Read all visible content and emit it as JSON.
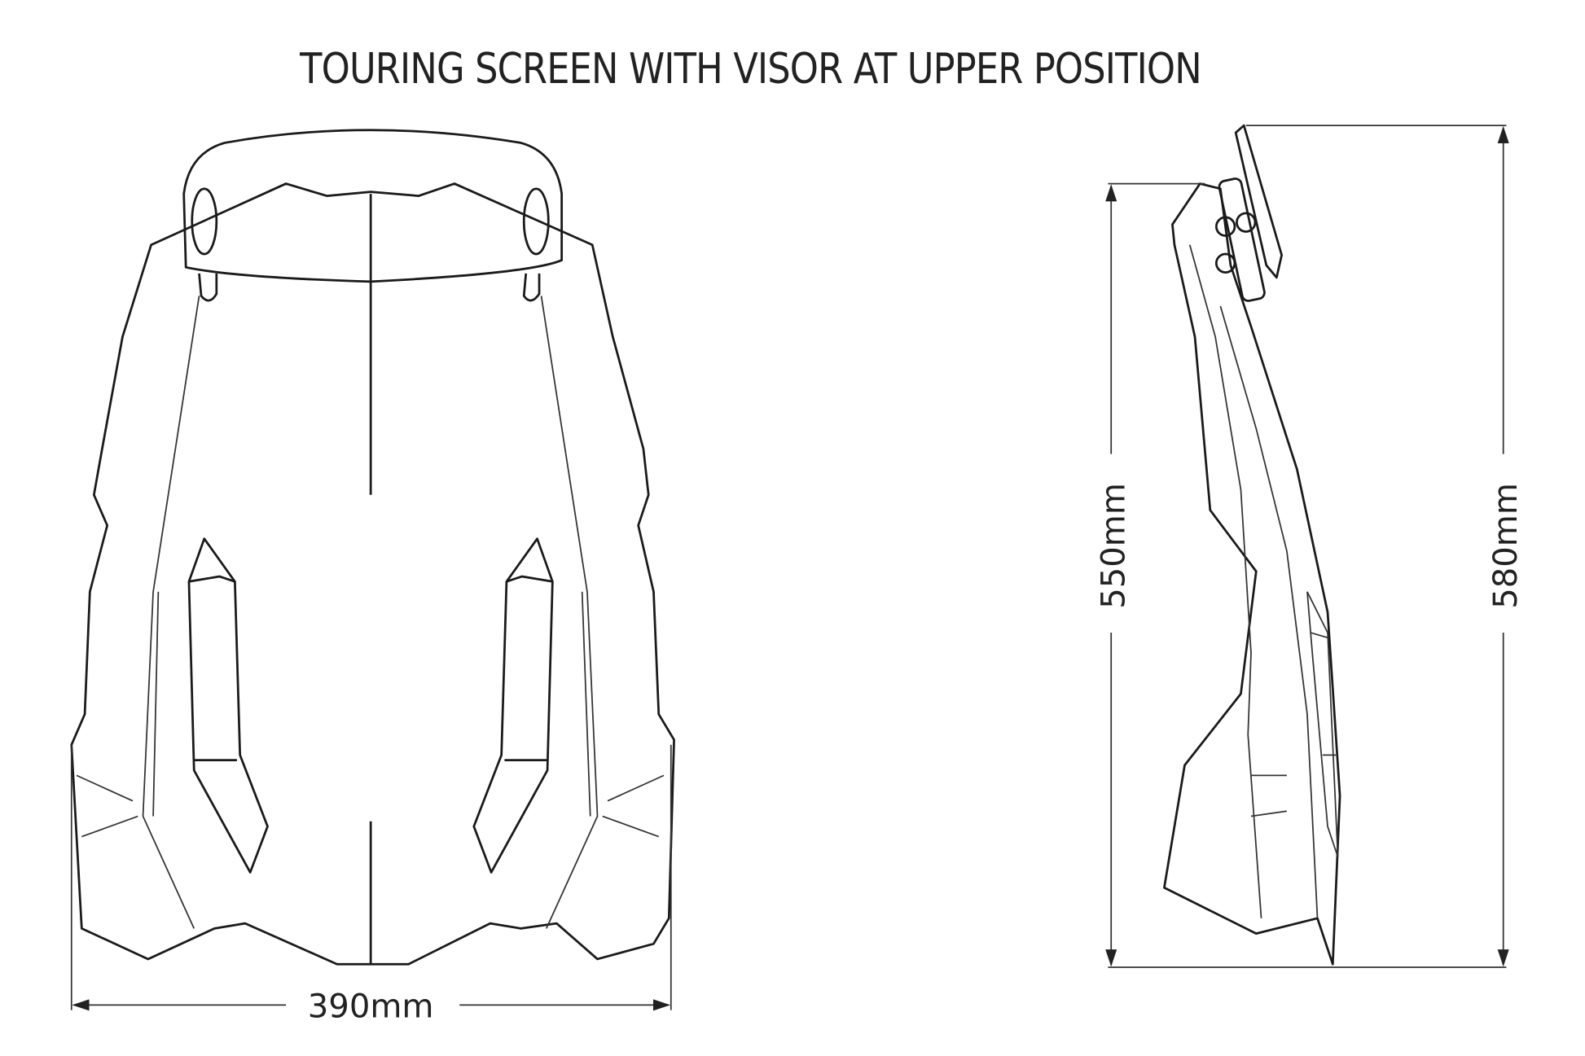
{
  "title": "TOURING SCREEN WITH VISOR AT UPPER POSITION",
  "dimensions": {
    "width": "390mm",
    "height_screen": "550mm",
    "height_total": "580mm"
  },
  "colors": {
    "line": "#1a1a1a",
    "background": "#ffffff"
  }
}
